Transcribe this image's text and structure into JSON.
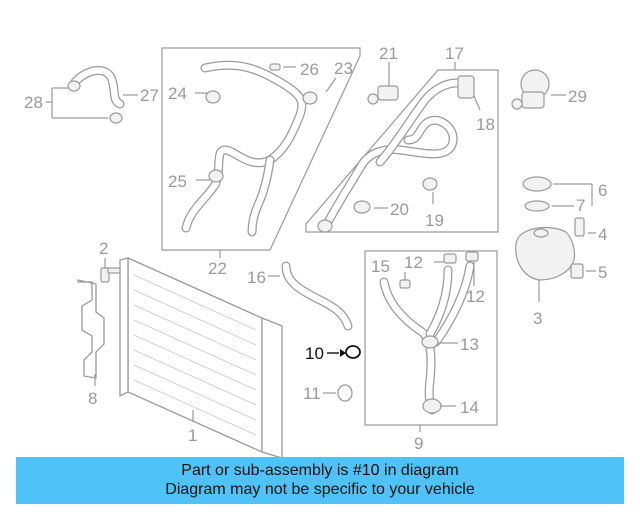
{
  "callouts": {
    "c1": "1",
    "c2": "2",
    "c3": "3",
    "c4": "4",
    "c5": "5",
    "c6": "6",
    "c7": "7",
    "c8": "8",
    "c9": "9",
    "c10": "10",
    "c11": "11",
    "c12a": "12",
    "c12b": "12",
    "c13": "13",
    "c14": "14",
    "c15": "15",
    "c16": "16",
    "c17": "17",
    "c18": "18",
    "c19": "19",
    "c20": "20",
    "c21": "21",
    "c22": "22",
    "c23": "23",
    "c24": "24",
    "c25": "25",
    "c26": "26",
    "c27": "27",
    "c28": "28",
    "c29": "29"
  },
  "highlight_part": "10",
  "banner": {
    "line1": "Part or sub-assembly is #10 in diagram",
    "line2": "Diagram may not be specific to your vehicle",
    "color": "#4fc3f7"
  },
  "colors": {
    "line": "#9a9a9a",
    "highlight": "#111111"
  }
}
